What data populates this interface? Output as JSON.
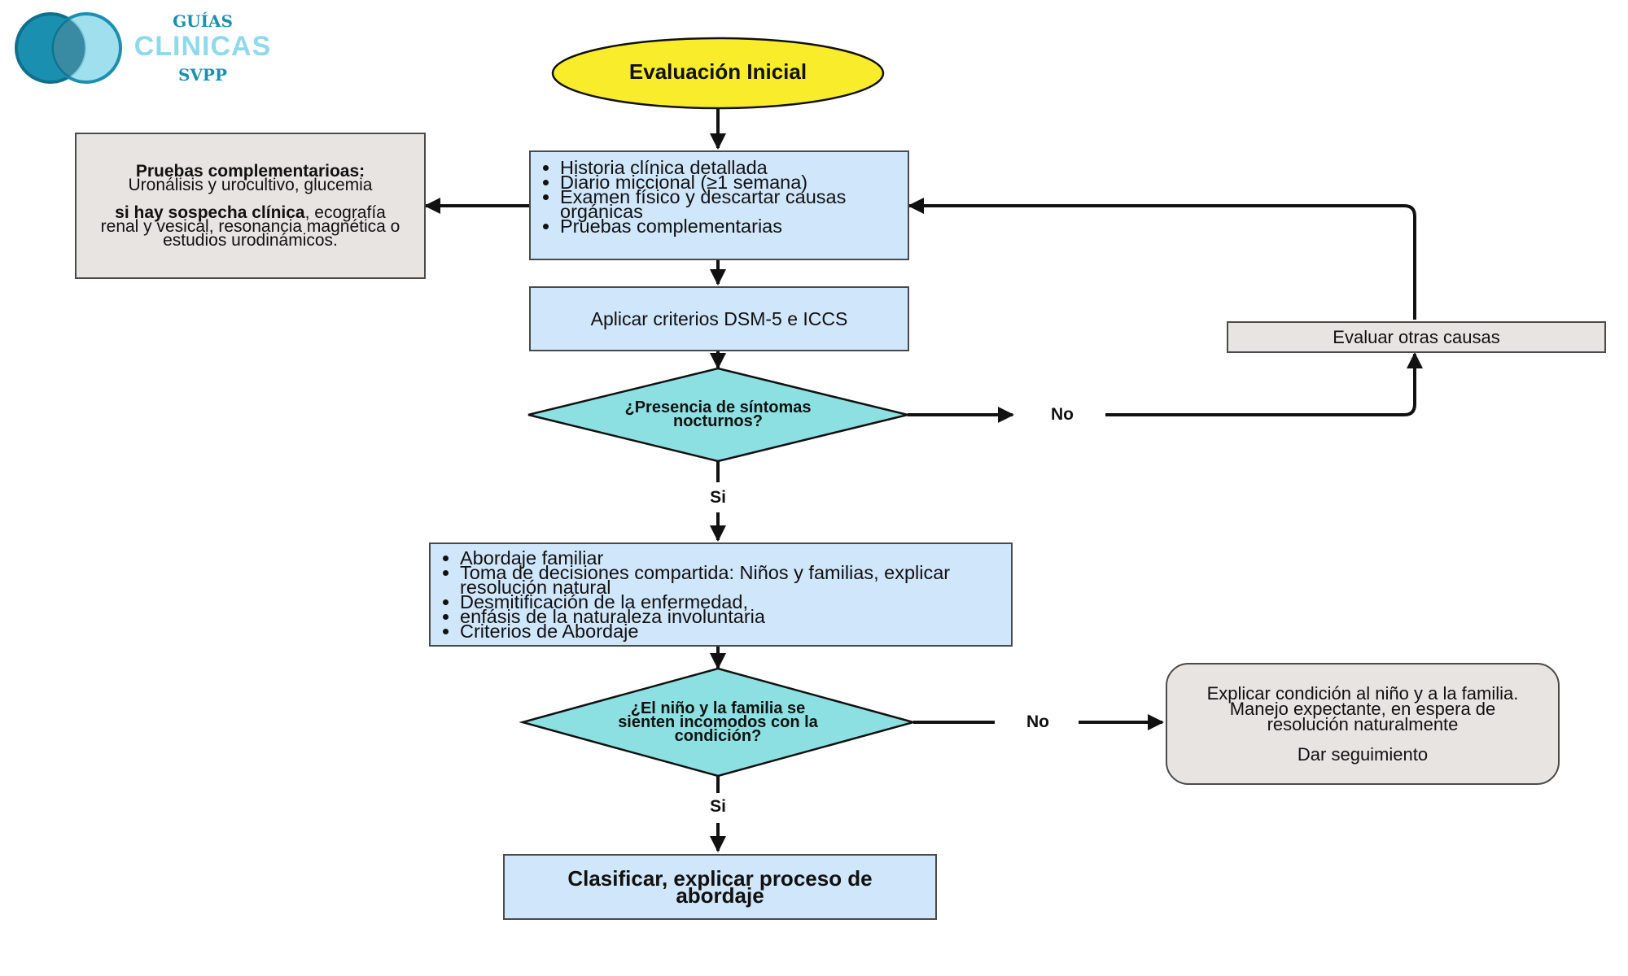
{
  "logo": {
    "line1": "GUÍAS",
    "line2": "CLINICAS",
    "line3": "SVPP"
  },
  "start": {
    "label": "Evaluación Inicial"
  },
  "evaluation_box": {
    "items": [
      "Historia clínica detallada",
      "Diario miccional (≥1 semana)",
      "Examen físico y descartar causas orgánicas",
      "Pruebas complementarias"
    ]
  },
  "tests_box": {
    "title": "Pruebas complementarioas:",
    "line1": "Uronálisis y urocultivo, glucemia",
    "bold_prefix": "si hay sospecha clínica",
    "rest": ", ecografía renal y vesical, resonancia magnética o estudios urodinámicos."
  },
  "criteria_box": {
    "label": "Aplicar criterios DSM-5 e ICCS"
  },
  "decision1": {
    "label": "¿Presencia de síntomas nocturnos?",
    "no": "No",
    "yes": "Si"
  },
  "other_causes": {
    "label": "Evaluar otras causas"
  },
  "approach_box": {
    "items": [
      "Abordaje familiar",
      "Toma de decisiones compartida: Niños y familias, explicar resolución natural",
      "Desmitificación de la enfermedad,",
      "enfásis de la naturaleza involuntaria",
      "Criterios de Abordaje"
    ]
  },
  "decision2": {
    "label": "¿El niño y la familia se sienten incomodos con la condición?",
    "no": "No",
    "yes": "Si"
  },
  "explain_box": {
    "line1": "Explicar condición al niño y a la familia.",
    "line2": "Manejo expectante, en espera de resolución naturalmente",
    "line3": "Dar seguimiento"
  },
  "final_box": {
    "label": "Clasificar, explicar proceso de abordaje"
  },
  "colors": {
    "start_fill": "#f9ec2a",
    "box_blue": "#cfe6fb",
    "box_gray": "#e8e4e1",
    "diamond_fill": "#8de0e1",
    "logo_blue": "#1a8fb0"
  }
}
